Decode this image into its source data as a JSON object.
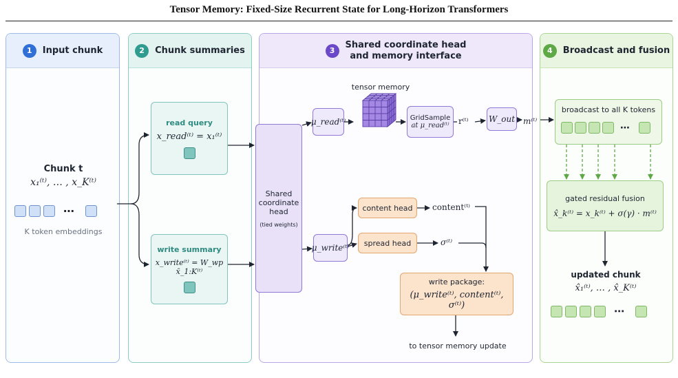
{
  "title": "Tensor Memory: Fixed-Size Recurrent State for Long-Horizon Transformers",
  "colors": {
    "blue_accent": "#2f6fd6",
    "teal_accent": "#2f9c8f",
    "purple_accent": "#6b48c8",
    "green_accent": "#5ea846",
    "orange_box": "#fbe3cc"
  },
  "columns": {
    "input": {
      "number": "1",
      "title": "Input chunk"
    },
    "summaries": {
      "number": "2",
      "title": "Chunk summaries"
    },
    "shared": {
      "number": "3",
      "title_line1": "Shared coordinate head",
      "title_line2": "and memory interface"
    },
    "broadcast": {
      "number": "4",
      "title": "Broadcast and fusion"
    }
  },
  "input": {
    "chunk_label": "Chunk t",
    "tokens_math": "x₁⁽ᵗ⁾, … , x_K⁽ᵗ⁾",
    "ellipsis": "⋯",
    "embeddings_label": "K token embeddings"
  },
  "summaries": {
    "read_title": "read query",
    "read_math": "x_read⁽ᵗ⁾ = x₁⁽ᵗ⁾",
    "write_title": "write summary",
    "write_math": "x_write⁽ᵗ⁾ = W_wp x̄_1:K⁽ᵗ⁾"
  },
  "shared": {
    "head_line1": "Shared",
    "head_line2": "coordinate",
    "head_line3": "head",
    "head_note": "(tied weights)",
    "mu_read": "μ_read⁽ᵗ⁾",
    "mu_write": "μ_write⁽ᵗ⁾",
    "tensor_memory_label": "tensor memory",
    "gridsample_line1": "GridSample",
    "gridsample_line2": "at μ_read⁽ᵗ⁾",
    "r_label": "r⁽ᵗ⁾",
    "w_out": "W_out",
    "m_label": "m⁽ᵗ⁾",
    "content_head": "content head",
    "content_label": "content⁽ᵗ⁾",
    "spread_head": "spread head",
    "sigma_label": "σ⁽ᵗ⁾",
    "package_title": "write package:",
    "package_math": "(μ_write⁽ᵗ⁾, content⁽ᵗ⁾, σ⁽ᵗ⁾)",
    "update_label": "to tensor memory update"
  },
  "broadcast": {
    "broadcast_title": "broadcast to all K tokens",
    "ellipsis": "⋯",
    "fusion_title": "gated residual fusion",
    "fusion_math": "x̂_k⁽ᵗ⁾ = x_k⁽ᵗ⁾ + σ(γ) · m⁽ᵗ⁾",
    "updated_title": "updated chunk",
    "updated_math": "x̂₁⁽ᵗ⁾, … , x̂_K⁽ᵗ⁾"
  }
}
